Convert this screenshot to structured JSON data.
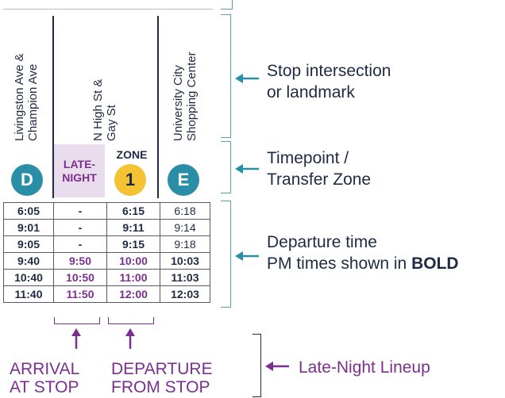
{
  "stops": [
    {
      "name": "Livingston Ave &\nChampion Ave",
      "code": "D",
      "color": "#2a8fa6"
    },
    {
      "name": "N High St &\nGay St",
      "code": "1",
      "color": "#f4c232"
    },
    {
      "name": "University City\nShopping Center",
      "code": "E",
      "color": "#2a8fa6"
    }
  ],
  "late_night_label": "LATE-\nNIGHT",
  "zone_label": "ZONE",
  "rows": [
    {
      "c1": "6:05",
      "c2": "-",
      "c3": "6:15",
      "c4": "6:18",
      "pm": false
    },
    {
      "c1": "9:01",
      "c2": "-",
      "c3": "9:11",
      "c4": "9:14",
      "pm": false
    },
    {
      "c1": "9:05",
      "c2": "-",
      "c3": "9:15",
      "c4": "9:18",
      "pm": false
    },
    {
      "c1": "9:40",
      "c2": "9:50",
      "c3": "10:00",
      "c4": "10:03",
      "pm": true
    },
    {
      "c1": "10:40",
      "c2": "10:50",
      "c3": "11:00",
      "c4": "11:03",
      "pm": true
    },
    {
      "c1": "11:40",
      "c2": "11:50",
      "c3": "12:00",
      "c4": "12:03",
      "pm": true
    }
  ],
  "callouts": {
    "stop": "Stop intersection\nor landmark",
    "timepoint": "Timepoint /\nTransfer Zone",
    "departure_line1": "Departure time",
    "departure_line2_prefix": "PM times shown in ",
    "departure_line2_bold": "BOLD",
    "late_night": "Late-Night Lineup"
  },
  "labels": {
    "arrival": "ARRIVAL\nAT STOP",
    "departure": "DEPARTURE\nFROM STOP"
  },
  "colors": {
    "navy": "#1f2a44",
    "teal": "#2a8fa6",
    "gold": "#f4c232",
    "purple": "#7b2f8e",
    "lavender": "#e9dced"
  }
}
